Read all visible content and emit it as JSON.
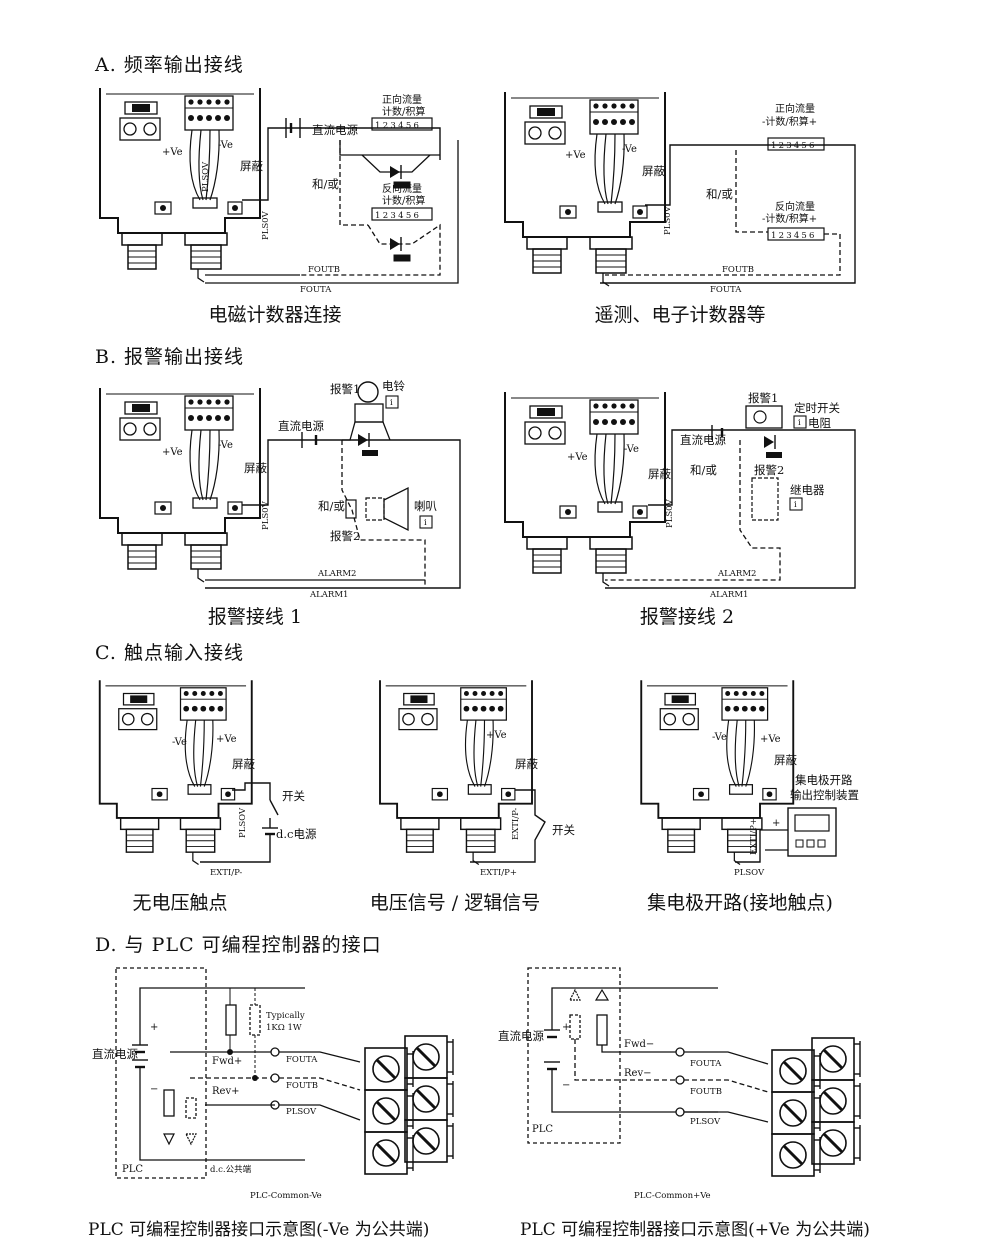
{
  "sections": {
    "a": "A. 频率输出接线",
    "b": "B. 报警输出接线",
    "c": "C. 触点输入接线",
    "d": "D. 与 PLC 可编程控制器的接口"
  },
  "captions": {
    "a1": "电磁计数器连接",
    "a2": "遥测、电子计数器等",
    "b1": "报警接线 1",
    "b2": "报警接线 2",
    "c1": "无电压触点",
    "c2": "电压信号 / 逻辑信号",
    "c3": "集电极开路(接地触点)",
    "d1": "PLC 可编程控制器接口示意图(-Ve 为公共端)",
    "d2": "PLC 可编程控制器接口示意图(+Ve 为公共端)"
  },
  "labels": {
    "pos_ve": "+Ve",
    "neg_ve": "-Ve",
    "shield": "屏蔽",
    "foutb": "FOUTB",
    "fouta": "FOUTA",
    "plsov": "PLSOV",
    "plsov_alt": "PLS0V",
    "dc_power": "直流电源",
    "and_or": "和/或",
    "fwd_counter": "正向流量",
    "counter_total": "计数/积算",
    "counter_total_signed": "-计数/积算+",
    "rev_counter": "反向流量",
    "digits": "123456",
    "alarm1": "报警1",
    "alarm2": "报警2",
    "bell": "电铃",
    "horn": "喇叭",
    "timer": "定时开关",
    "resistor": "电阻",
    "relay": "继电器",
    "alarm_1": "ALARM1",
    "alarm_2": "ALARM2",
    "switch": "开关",
    "dc_source": "d.c电源",
    "exti_neg": "EXTI/P-",
    "exti_pos": "EXTI/P+",
    "oc_device_1": "集电极开路",
    "oc_device_2": "输出控制装置",
    "plc": "PLC",
    "fwd_pos": "Fwd+",
    "rev_pos": "Rev+",
    "fwd_neg": "Fwd−",
    "rev_neg": "Rev−",
    "typically": "Typically",
    "ohm": "1KΩ  1W",
    "dc_common": "d.c.公共端",
    "plc_common_neg": "PLC-Common-Ve",
    "plc_common_pos": "PLC-Common+Ve",
    "plus": "+",
    "minus": "−",
    "info": "i"
  }
}
